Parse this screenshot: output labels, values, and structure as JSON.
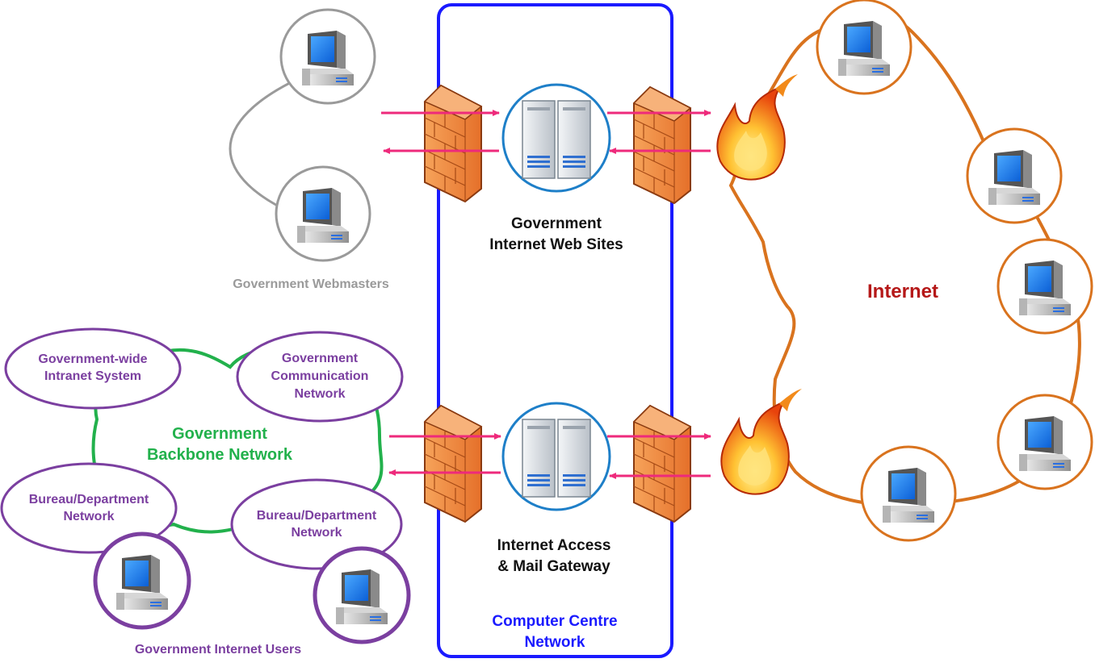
{
  "labels": {
    "webmasters": "Government Webmasters",
    "web_sites_line1": "Government",
    "web_sites_line2": "Internet Web Sites",
    "gateway_line1": "Internet Access",
    "gateway_line2": "& Mail Gateway",
    "computer_centre_line1": "Computer Centre",
    "computer_centre_line2": "Network",
    "internet": "Internet",
    "backbone_line1": "Government",
    "backbone_line2": "Backbone Network",
    "intranet_line1": "Government-wide",
    "intranet_line2": "Intranet System",
    "comm_line1": "Government",
    "comm_line2": "Communication",
    "comm_line3": "Network",
    "bureau_left_line1": "Bureau/Department",
    "bureau_left_line2": "Network",
    "bureau_right_line1": "Bureau/Department",
    "bureau_right_line2": "Network",
    "internet_users": "Government Internet Users"
  },
  "colors": {
    "webmasters": "#9a9a9a",
    "computer_centre": "#1a1aff",
    "internet": "#b51818",
    "internet_cloud": "#d9731e",
    "backbone": "#22b14c",
    "users": "#7b3fa0",
    "arrows": "#ee2a7b"
  },
  "icons": {
    "computer": "computer-icon",
    "server": "server-icon",
    "firewall": "firewall-icon",
    "fire": "fire-icon"
  }
}
